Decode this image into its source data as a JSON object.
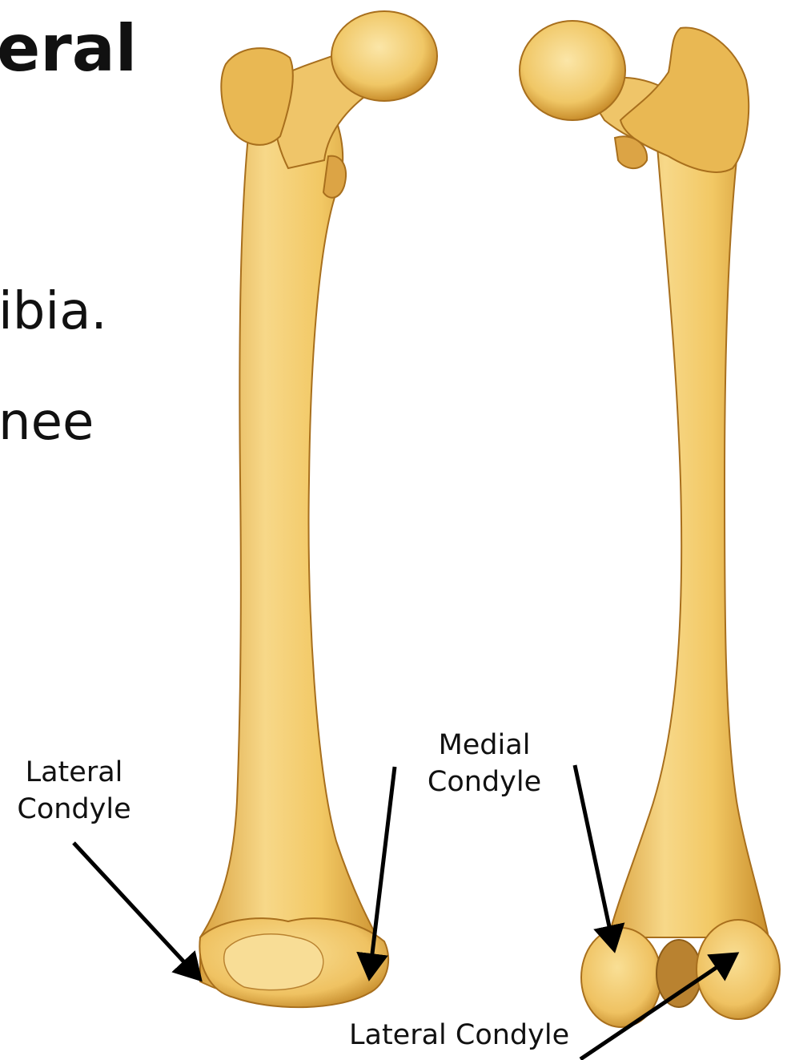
{
  "slide": {
    "title_fragment": "eral",
    "text_line_1": "ibia.",
    "text_line_2": "nee"
  },
  "labels": {
    "lateral_condyle_left": [
      "Lateral",
      "Condyle"
    ],
    "medial_condyle": [
      "Medial",
      "Condyle"
    ],
    "lateral_condyle_bottom": "Lateral Condyle"
  },
  "colors": {
    "bone_light": "#f6d27a",
    "bone_mid": "#e8b54f",
    "bone_dark": "#b97f22",
    "arrow": "#000000"
  }
}
